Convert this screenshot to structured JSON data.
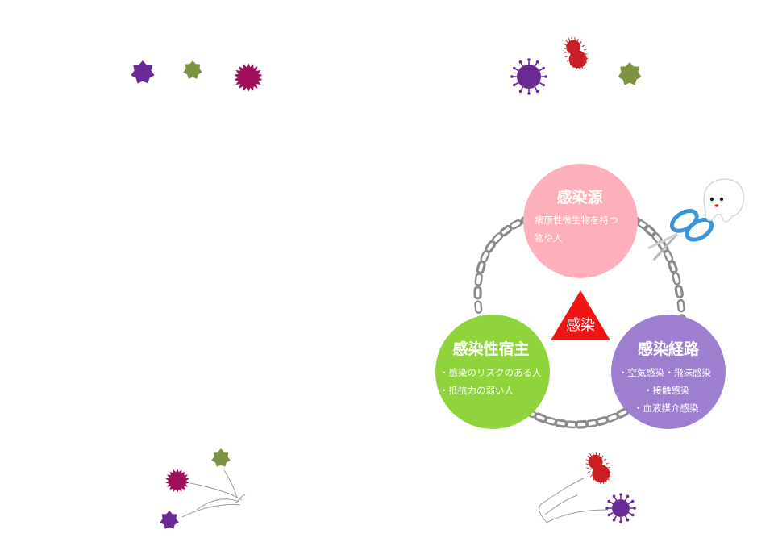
{
  "diagram": {
    "center_label": "感染",
    "source": {
      "title": "感染源",
      "lines": [
        "病原性微生物を持つ",
        "物や人"
      ],
      "color": "#fdafbc"
    },
    "host": {
      "title": "感染性宿主",
      "lines": [
        "・感染のリスクのある人",
        "・抵抗力の弱い人"
      ],
      "color": "#8fd43c"
    },
    "route": {
      "title": "感染経路",
      "lines": [
        "・空気感染・飛沫感染",
        "・接触感染",
        "・血液媒介感染"
      ],
      "color": "#9e7fcf"
    },
    "triangle_color": "#f01414",
    "chain_color": "#8a8a8a",
    "scissors_color": "#3a96d8"
  },
  "decorations": {
    "germ_colors": {
      "purple": "#6a2a96",
      "olive": "#7d9340",
      "magenta": "#a0105a",
      "red": "#c81e24"
    },
    "icons": [
      "germ-icon",
      "virus-icon",
      "tooth-mascot-icon",
      "scissors-icon",
      "chain-icon"
    ]
  }
}
